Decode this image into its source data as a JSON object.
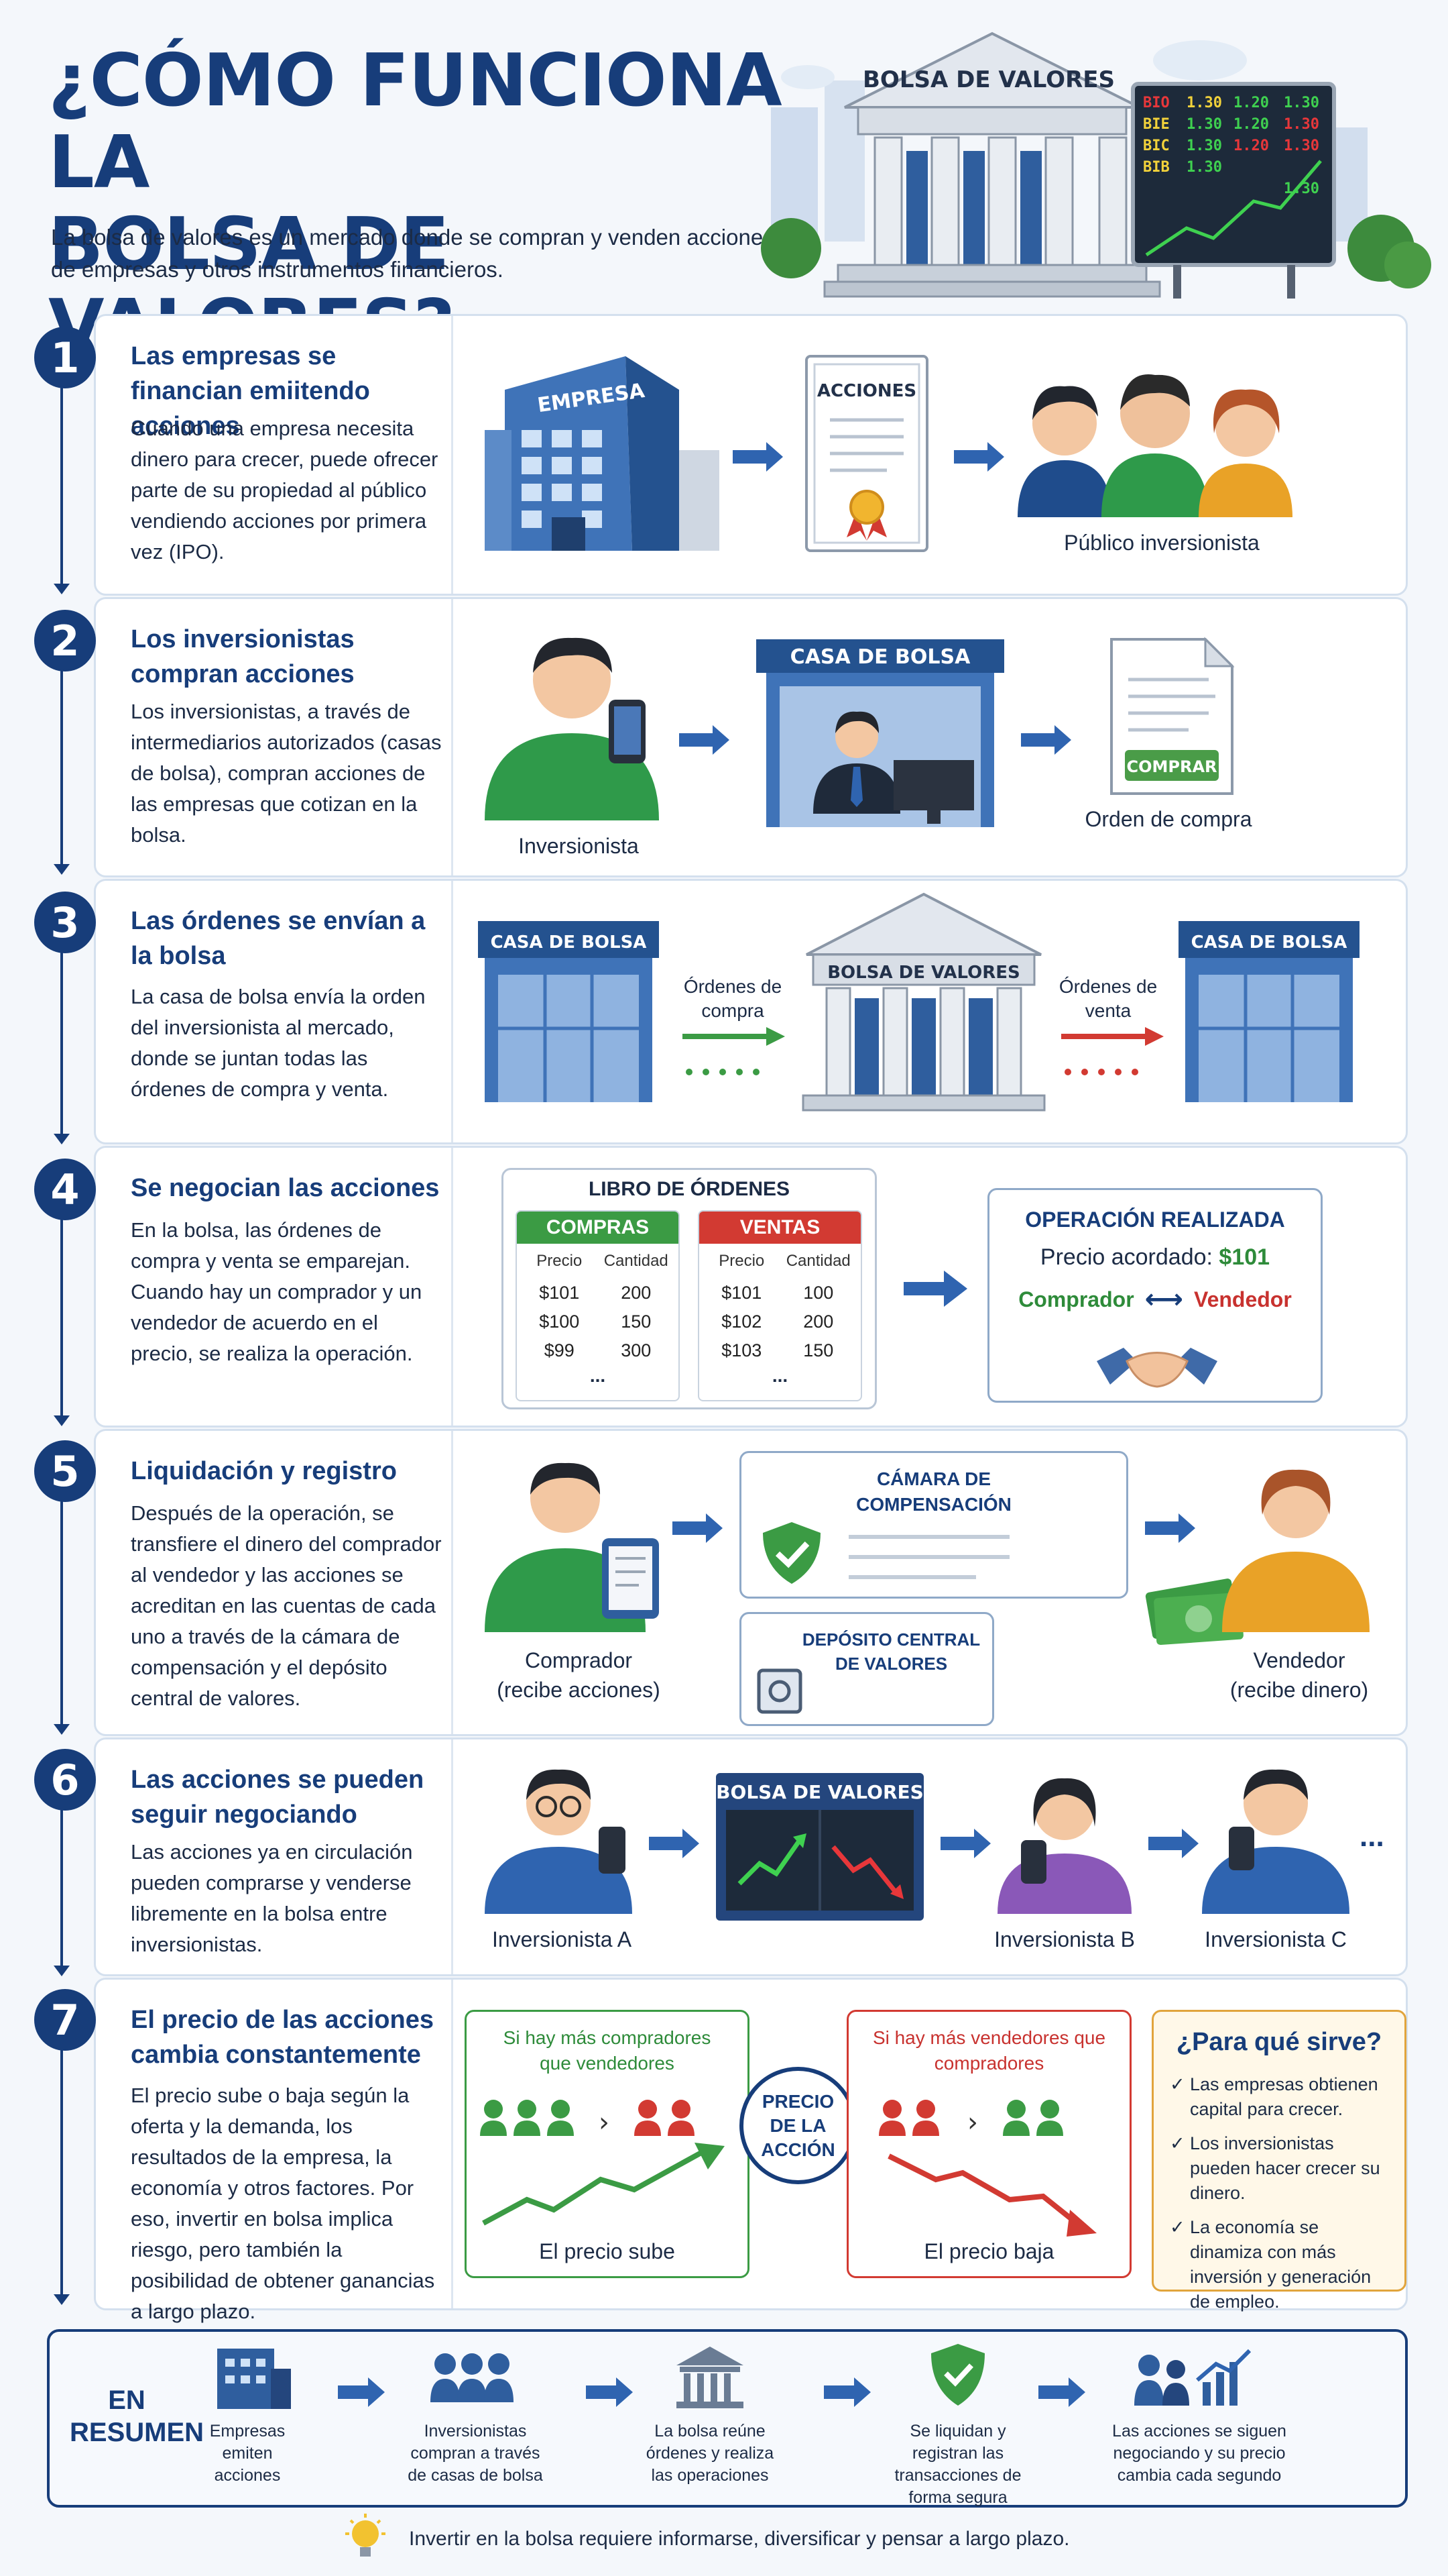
{
  "header": {
    "title_line1": "¿CÓMO FUNCIONA LA",
    "title_line2": "BOLSA DE VALORES?",
    "intro": "La bolsa de valores es un mercado donde se compran y venden acciones de empresas y otros instrumentos financieros.",
    "hero_sign": "BOLSA DE VALORES",
    "ticker_rows": [
      [
        "BIO",
        "1.30",
        "1.20",
        "1.30"
      ],
      [
        "BIE",
        "1.30",
        "1.20",
        "1.30"
      ],
      [
        "BIC",
        "1.30",
        "1.20",
        "1.30"
      ],
      [
        "BIB",
        "1.30",
        "",
        ""
      ],
      [
        "",
        "",
        "",
        "1.30"
      ]
    ]
  },
  "steps": [
    {
      "num": "1",
      "title": "Las empresas se financian emiitendo acciones",
      "text": "Cuando una empresa necesita dinero para crecer, puede ofrecer parte de su propiedad al público vendiendo acciones por primera vez (IPO).",
      "building_label": "EMPRESA",
      "doc_label": "ACCIONES",
      "people_label": "Público inversionista"
    },
    {
      "num": "2",
      "title": "Los inversionistas compran acciones",
      "text": "Los inversionistas, a través de intermediarios autorizados (casas de bolsa), compran acciones de las empresas que cotizan en la bolsa.",
      "investor_label": "Inversionista",
      "broker_label": "CASA DE BOLSA",
      "doc_button": "COMPRAR",
      "order_label": "Orden de compra"
    },
    {
      "num": "3",
      "title": "Las órdenes se envían a la bolsa",
      "text": "La casa de bolsa envía la orden del inversionista al mercado, donde se juntan todas las órdenes de compra y venta.",
      "broker_left": "CASA DE BOLSA",
      "exchange": "BOLSA DE VALORES",
      "broker_right": "CASA DE BOLSA",
      "buy_orders": "Órdenes de compra",
      "sell_orders": "Órdenes de venta"
    },
    {
      "num": "4",
      "title": "Se negocian las acciones",
      "text": "En la bolsa, las órdenes de compra y venta se emparejan. Cuando hay un comprador y un vendedor de acuerdo en el precio, se realiza la operación.",
      "book_title": "LIBRO DE ÓRDENES",
      "buys_label": "COMPRAS",
      "sells_label": "VENTAS",
      "col_price": "Precio",
      "col_qty": "Cantidad",
      "buys": [
        [
          "$101",
          "200"
        ],
        [
          "$100",
          "150"
        ],
        [
          "$99",
          "300"
        ]
      ],
      "sells": [
        [
          "$101",
          "100"
        ],
        [
          "$102",
          "200"
        ],
        [
          "$103",
          "150"
        ]
      ],
      "ellipsis": "...",
      "deal_title": "OPERACIÓN REALIZADA",
      "deal_price_label": "Precio acordado:",
      "deal_price": "$101",
      "buyer": "Comprador",
      "seller": "Vendedor"
    },
    {
      "num": "5",
      "title": "Liquidación y registro",
      "text": "Después de la operación, se transfiere el dinero del comprador al vendedor y las acciones se acreditan en las cuentas de cada uno a través de la cámara de compensación y el depósito central de valores.",
      "clearing": "CÁMARA DE COMPENSACIÓN",
      "depository": "DEPÓSITO CENTRAL DE VALORES",
      "buyer_label": "Comprador",
      "buyer_sub": "(recibe acciones)",
      "seller_label": "Vendedor",
      "seller_sub": "(recibe dinero)"
    },
    {
      "num": "6",
      "title": "Las acciones se pueden seguir negociando",
      "text": "Las acciones ya en circulación pueden comprarse y venderse libremente en la bolsa entre inversionistas.",
      "exchange": "BOLSA DE VALORES",
      "inv_a": "Inversionista A",
      "inv_b": "Inversionista B",
      "inv_c": "Inversionista C",
      "dots": "..."
    },
    {
      "num": "7",
      "title": "El precio de las acciones cambia constantemente",
      "text": "El precio sube o baja según la oferta y la demanda, los resultados de la empresa, la economía y otros factores. Por eso, invertir en bolsa implica riesgo, pero también la posibilidad de obtener ganancias a largo plazo.",
      "up_caption": "Si hay más compradores que vendedores",
      "up_label": "El precio sube",
      "center": "PRECIO DE LA ACCIÓN",
      "down_caption": "Si hay más vendedores que compradores",
      "down_label": "El precio baja",
      "purpose_title": "¿Para qué sirve?",
      "purpose_items": [
        "Las empresas obtienen capital para crecer.",
        "Los inversionistas pueden hacer crecer su dinero.",
        "La economía se dinamiza con más inversión y generación de empleo."
      ]
    }
  ],
  "summary": {
    "label_line1": "EN",
    "label_line2": "RESUMEN",
    "items": [
      "Empresas emiten acciones",
      "Inversionistas compran a través de casas de bolsa",
      "La bolsa reúne órdenes y realiza las operaciones",
      "Se liquidan y registran las transacciones de forma segura",
      "Las acciones se siguen negociando y su precio cambia cada segundo"
    ]
  },
  "footer": {
    "note": "Invertir en la bolsa requiere informarse, diversificar y pensar a largo plazo."
  },
  "colors": {
    "navy": "#173d7a",
    "green": "#2e8b3a",
    "red": "#c8322f",
    "gold": "#e8a33a"
  }
}
